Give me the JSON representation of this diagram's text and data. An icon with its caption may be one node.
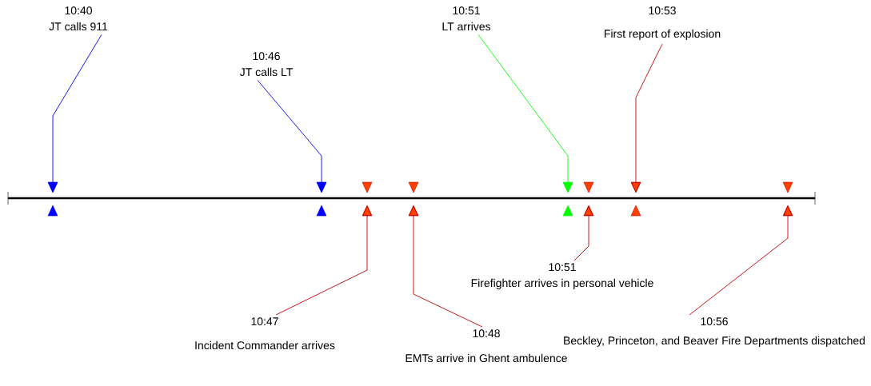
{
  "diagram": {
    "nodes": [
      {
        "text": [
          "10:40",
          "JT calls 911"
        ]
      },
      {
        "text": [
          "10:46",
          "JT calls LT"
        ]
      },
      {
        "text": [
          "10:51",
          "LT arrives"
        ]
      },
      {
        "text": [
          "10:53",
          "First report of explosion"
        ]
      },
      {
        "text": [],
        "shape": "triangle"
      },
      {
        "text": [],
        "shape": "triangle"
      },
      {
        "text": [],
        "shape": "triangle"
      },
      {
        "text": [],
        "shape": "triangle"
      },
      {
        "text": [],
        "shape": "triangle"
      },
      {
        "text": [],
        "shape": "triangle"
      },
      {
        "text": [],
        "shape": "triangle"
      },
      {
        "text": [],
        "shape": "triangle"
      },
      {
        "text": [
          "10:51",
          "Firefighter arrives in personal vehicle"
        ]
      },
      {
        "text": [
          "10:47",
          "Incident Commander arrives"
        ]
      },
      {
        "text": [
          "10:56",
          "Beckley, Princeton, and Beaver Fire Departments dispatched"
        ]
      },
      {
        "text": [
          "10:48",
          "EMTs arrive in Ghent ambulence"
        ]
      }
    ],
    "edges": [
      {
        "from": 0,
        "to": 4,
        "arrow": "to",
        "color": "#0000ff"
      },
      {
        "from": 1,
        "to": 5,
        "arrow": "to",
        "color": "#0000ff"
      },
      {
        "from": 2,
        "to": 8,
        "arrow": "to",
        "color": "#00ff00"
      },
      {
        "from": 3,
        "to": 10,
        "arrow": "to"
      },
      {
        "from": 12,
        "to": 9,
        "arrow": "to"
      },
      {
        "from": 13,
        "to": 6,
        "arrow": "to"
      },
      {
        "from": 14,
        "to": 11,
        "arrow": "to"
      },
      {
        "from": 15,
        "to": 7,
        "arrow": "to"
      }
    ]
  }
}
